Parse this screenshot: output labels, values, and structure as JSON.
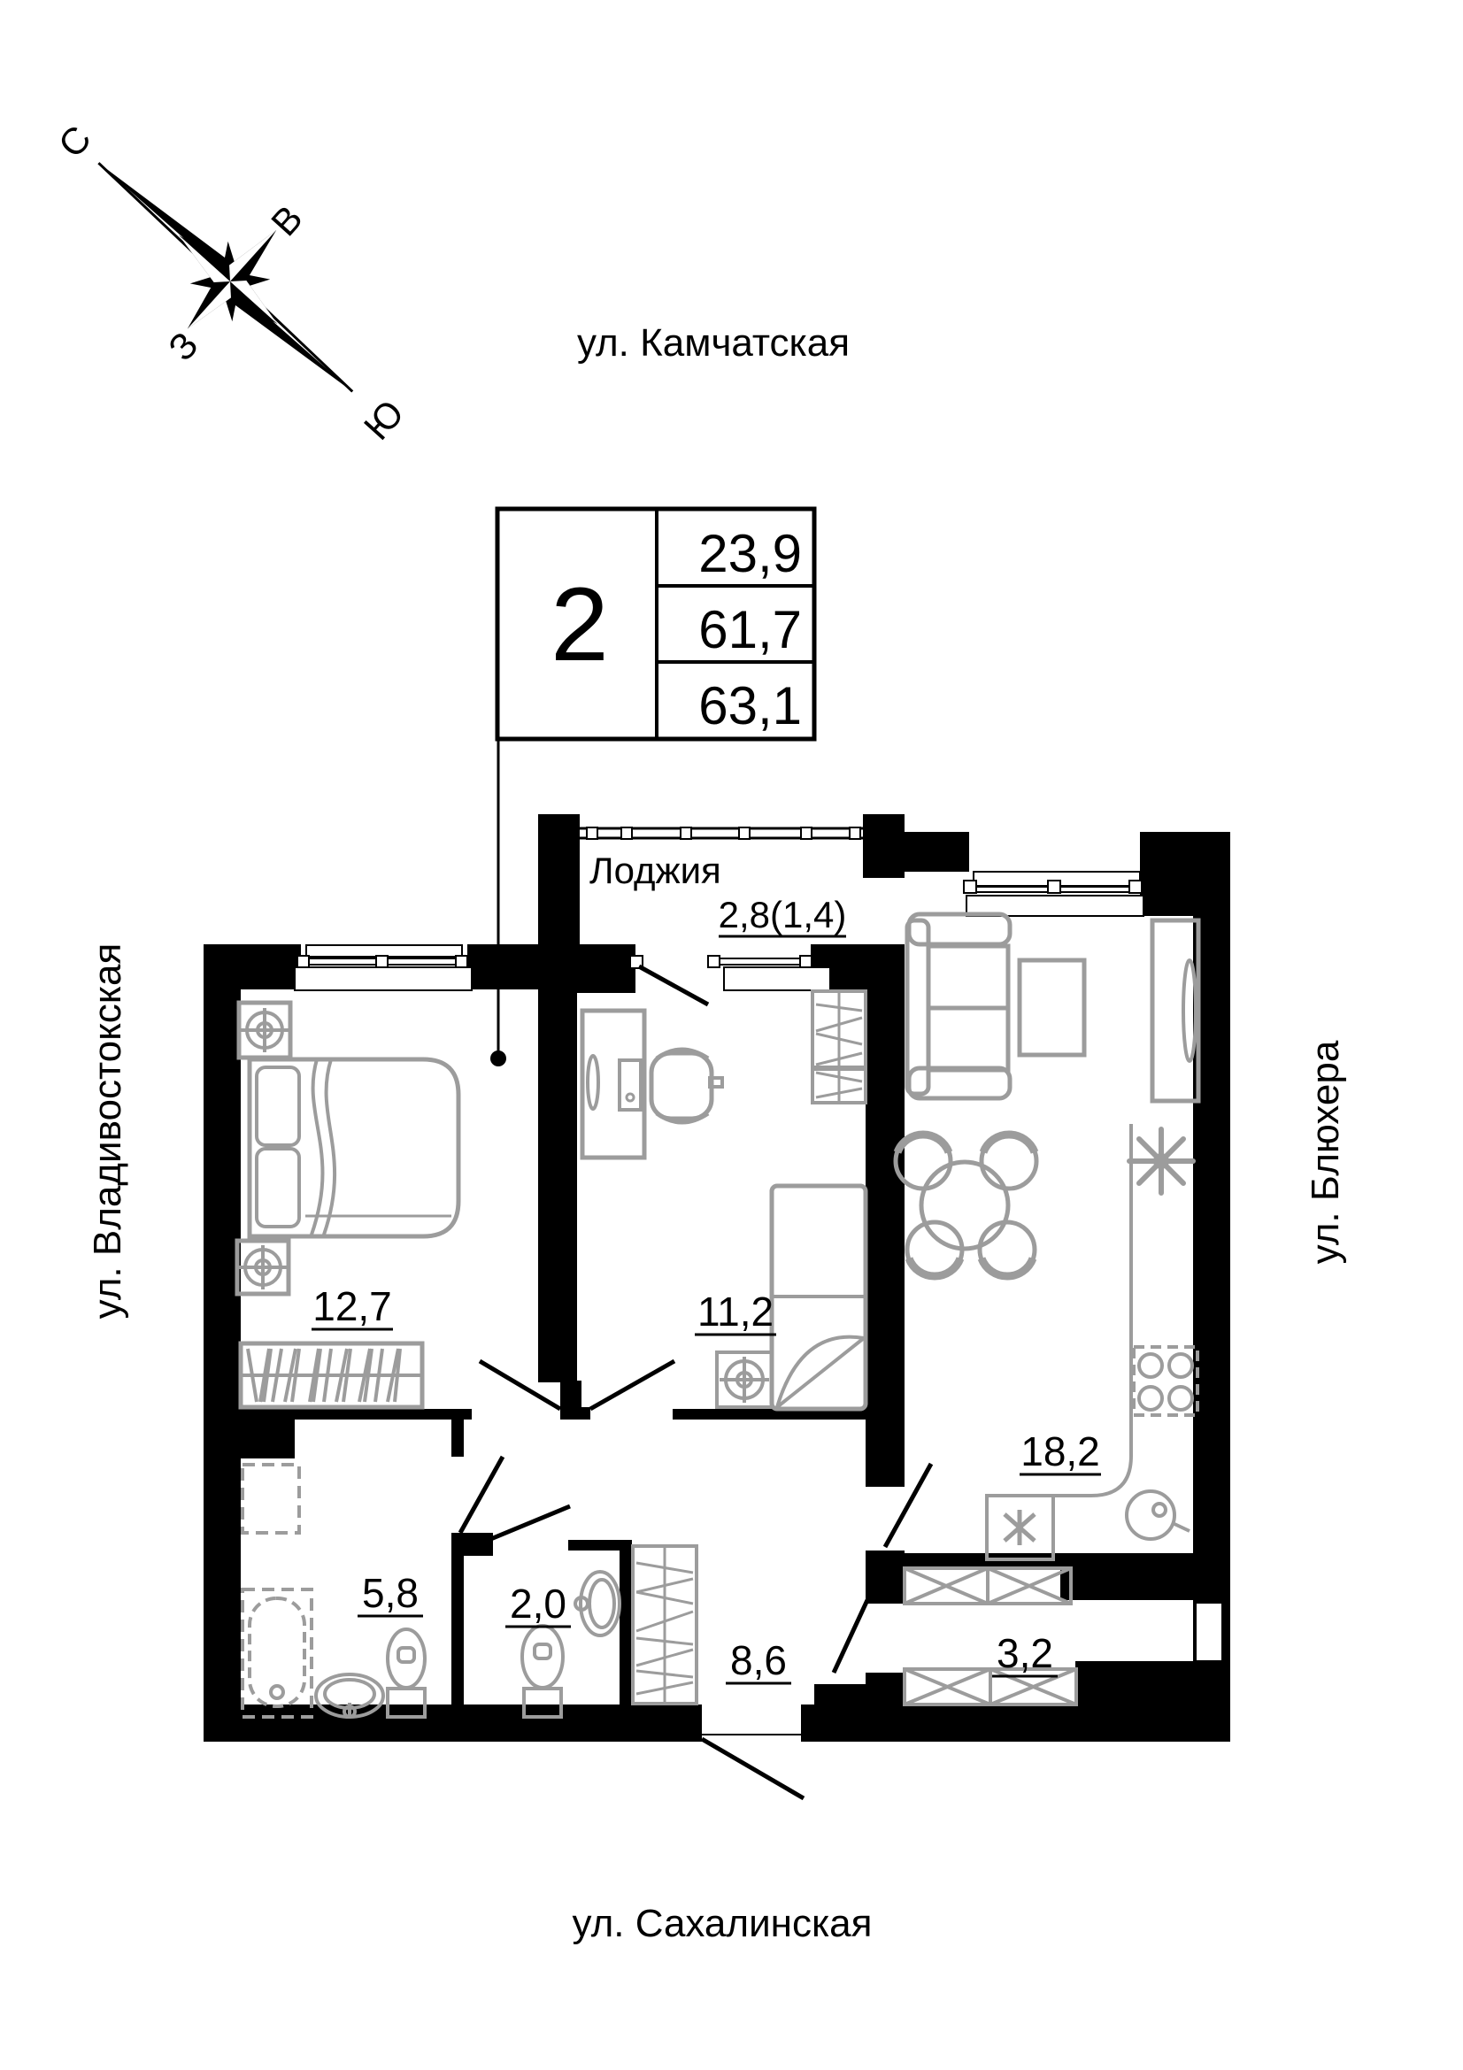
{
  "compass": {
    "north": "С",
    "east": "В",
    "west": "З",
    "south": "Ю"
  },
  "streets": {
    "top": "ул. Камчатская",
    "bottom": "ул. Сахалинская",
    "left": "ул. Владивостокская",
    "right": "ул. Блюхера"
  },
  "info_box": {
    "rooms_count": "2",
    "living_area": "23,9",
    "apartment_area": "61,7",
    "total_area": "63,1"
  },
  "rooms": {
    "loggia": {
      "name": "Лоджия",
      "area": "2,8(1,4)"
    },
    "bedroom": {
      "area": "12,7"
    },
    "second_room": {
      "area": "11,2"
    },
    "kitchen_living": {
      "area": "18,2"
    },
    "bathroom": {
      "area": "5,8"
    },
    "wc": {
      "area": "2,0"
    },
    "hallway": {
      "area": "8,6"
    },
    "closet": {
      "area": "3,2"
    }
  },
  "colors": {
    "walls": "#000000",
    "furniture": "#9c9c9c",
    "background": "#ffffff"
  }
}
